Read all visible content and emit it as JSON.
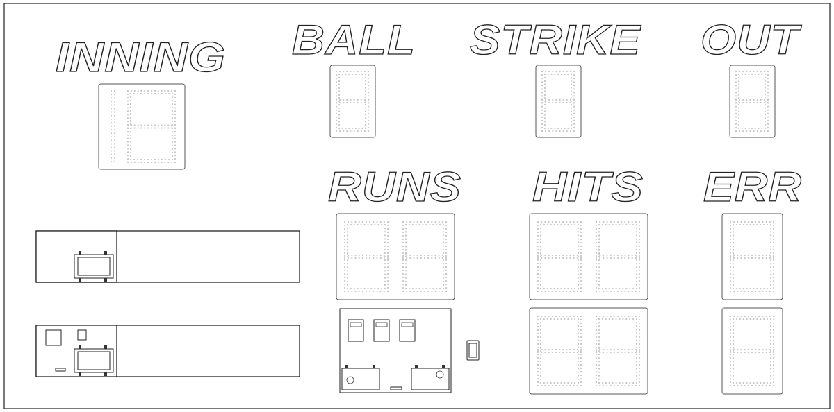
{
  "board": {
    "labels": {
      "inning": "INNING",
      "ball": "BALL",
      "strike": "STRIKE",
      "out": "OUT",
      "runs": "RUNS",
      "hits": "HITS",
      "err": "ERR"
    }
  },
  "colors": {
    "outline": "#222222",
    "led_dot": "#c8c8c8",
    "background": "#ffffff"
  }
}
